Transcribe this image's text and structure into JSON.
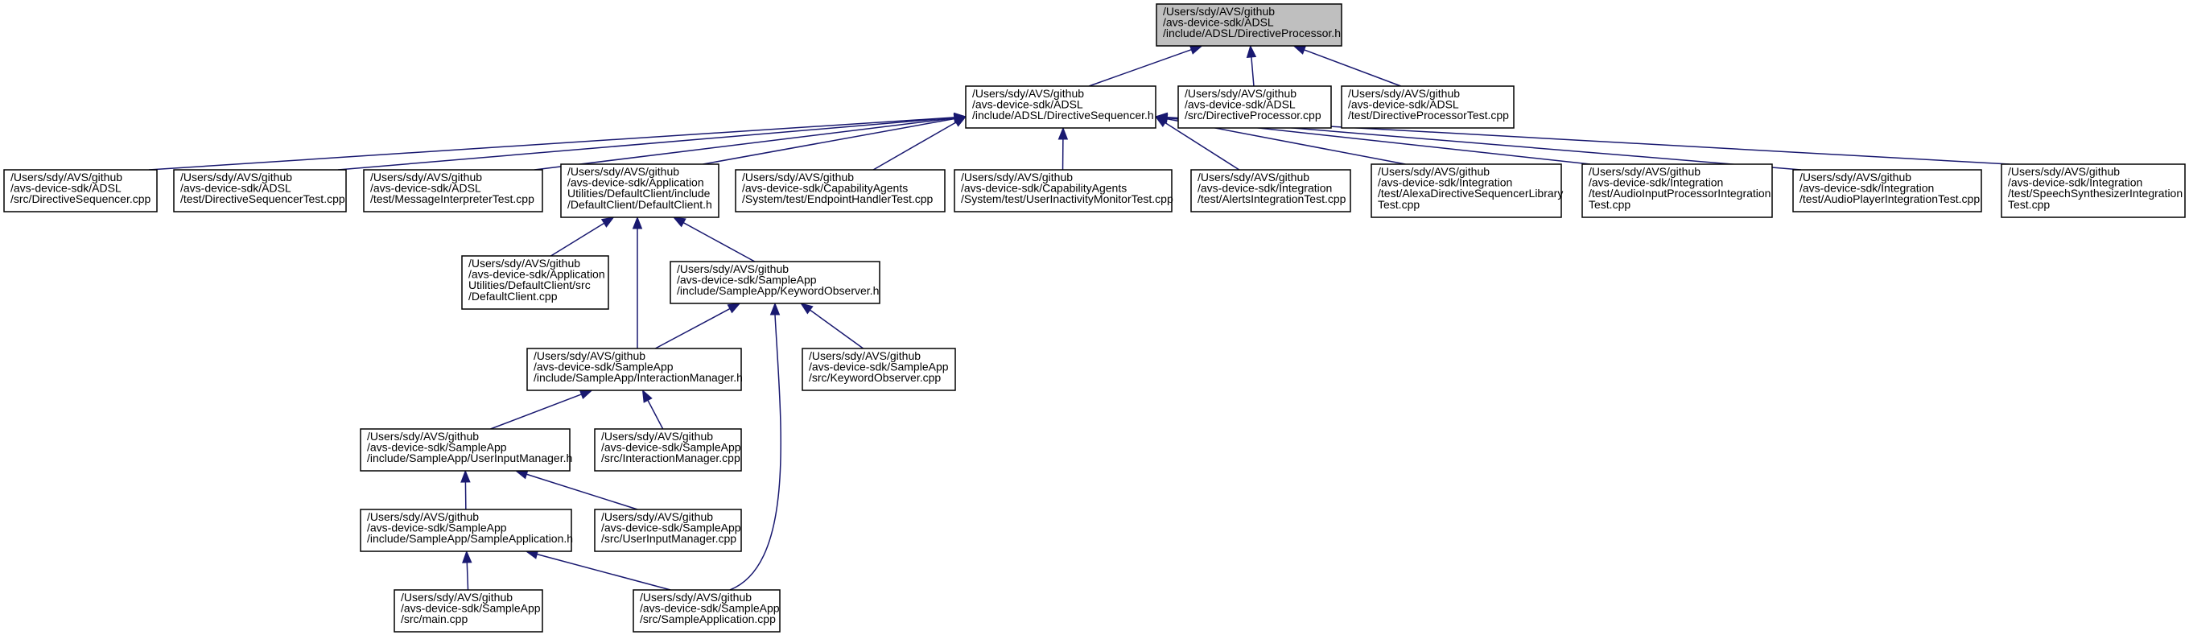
{
  "graph": {
    "type": "include-dependency-graph",
    "colors": {
      "edge": "#191970",
      "root_fill": "#bfbfbf",
      "node_fill": "#ffffff",
      "border": "#000000"
    },
    "nodes": [
      {
        "id": "directive-processor-h",
        "root": true,
        "lines": [
          "/Users/sdy/AVS/github",
          "/avs-device-sdk/ADSL",
          "/include/ADSL/DirectiveProcessor.h"
        ]
      },
      {
        "id": "directive-sequencer-h",
        "lines": [
          "/Users/sdy/AVS/github",
          "/avs-device-sdk/ADSL",
          "/include/ADSL/DirectiveSequencer.h"
        ]
      },
      {
        "id": "directive-processor-cpp",
        "lines": [
          "/Users/sdy/AVS/github",
          "/avs-device-sdk/ADSL",
          "/src/DirectiveProcessor.cpp"
        ]
      },
      {
        "id": "directive-processor-test-cpp",
        "lines": [
          "/Users/sdy/AVS/github",
          "/avs-device-sdk/ADSL",
          "/test/DirectiveProcessorTest.cpp"
        ]
      },
      {
        "id": "directive-sequencer-cpp",
        "lines": [
          "/Users/sdy/AVS/github",
          "/avs-device-sdk/ADSL",
          "/src/DirectiveSequencer.cpp"
        ]
      },
      {
        "id": "directive-sequencer-test-cpp",
        "lines": [
          "/Users/sdy/AVS/github",
          "/avs-device-sdk/ADSL",
          "/test/DirectiveSequencerTest.cpp"
        ]
      },
      {
        "id": "message-interpreter-test-cpp",
        "lines": [
          "/Users/sdy/AVS/github",
          "/avs-device-sdk/ADSL",
          "/test/MessageInterpreterTest.cpp"
        ]
      },
      {
        "id": "default-client-h",
        "lines": [
          "/Users/sdy/AVS/github",
          "/avs-device-sdk/Application",
          "Utilities/DefaultClient/include",
          "/DefaultClient/DefaultClient.h"
        ]
      },
      {
        "id": "endpoint-handler-test-cpp",
        "lines": [
          "/Users/sdy/AVS/github",
          "/avs-device-sdk/CapabilityAgents",
          "/System/test/EndpointHandlerTest.cpp"
        ]
      },
      {
        "id": "user-inactivity-monitor-test-cpp",
        "lines": [
          "/Users/sdy/AVS/github",
          "/avs-device-sdk/CapabilityAgents",
          "/System/test/UserInactivityMonitorTest.cpp"
        ]
      },
      {
        "id": "alerts-integration-test-cpp",
        "lines": [
          "/Users/sdy/AVS/github",
          "/avs-device-sdk/Integration",
          "/test/AlertsIntegrationTest.cpp"
        ]
      },
      {
        "id": "alexa-directive-sequencer-library-test-cpp",
        "lines": [
          "/Users/sdy/AVS/github",
          "/avs-device-sdk/Integration",
          "/test/AlexaDirectiveSequencerLibrary",
          "Test.cpp"
        ]
      },
      {
        "id": "audio-input-processor-integration-test-cpp",
        "lines": [
          "/Users/sdy/AVS/github",
          "/avs-device-sdk/Integration",
          "/test/AudioInputProcessorIntegration",
          "Test.cpp"
        ]
      },
      {
        "id": "audio-player-integration-test-cpp",
        "lines": [
          "/Users/sdy/AVS/github",
          "/avs-device-sdk/Integration",
          "/test/AudioPlayerIntegrationTest.cpp"
        ]
      },
      {
        "id": "speech-synthesizer-integration-test-cpp",
        "lines": [
          "/Users/sdy/AVS/github",
          "/avs-device-sdk/Integration",
          "/test/SpeechSynthesizerIntegration",
          "Test.cpp"
        ]
      },
      {
        "id": "default-client-cpp",
        "lines": [
          "/Users/sdy/AVS/github",
          "/avs-device-sdk/Application",
          "Utilities/DefaultClient/src",
          "/DefaultClient.cpp"
        ]
      },
      {
        "id": "keyword-observer-h",
        "lines": [
          "/Users/sdy/AVS/github",
          "/avs-device-sdk/SampleApp",
          "/include/SampleApp/KeywordObserver.h"
        ]
      },
      {
        "id": "interaction-manager-h",
        "lines": [
          "/Users/sdy/AVS/github",
          "/avs-device-sdk/SampleApp",
          "/include/SampleApp/InteractionManager.h"
        ]
      },
      {
        "id": "keyword-observer-cpp",
        "lines": [
          "/Users/sdy/AVS/github",
          "/avs-device-sdk/SampleApp",
          "/src/KeywordObserver.cpp"
        ]
      },
      {
        "id": "user-input-manager-h",
        "lines": [
          "/Users/sdy/AVS/github",
          "/avs-device-sdk/SampleApp",
          "/include/SampleApp/UserInputManager.h"
        ]
      },
      {
        "id": "interaction-manager-cpp",
        "lines": [
          "/Users/sdy/AVS/github",
          "/avs-device-sdk/SampleApp",
          "/src/InteractionManager.cpp"
        ]
      },
      {
        "id": "sample-application-h",
        "lines": [
          "/Users/sdy/AVS/github",
          "/avs-device-sdk/SampleApp",
          "/include/SampleApp/SampleApplication.h"
        ]
      },
      {
        "id": "user-input-manager-cpp",
        "lines": [
          "/Users/sdy/AVS/github",
          "/avs-device-sdk/SampleApp",
          "/src/UserInputManager.cpp"
        ]
      },
      {
        "id": "main-cpp",
        "lines": [
          "/Users/sdy/AVS/github",
          "/avs-device-sdk/SampleApp",
          "/src/main.cpp"
        ]
      },
      {
        "id": "sample-application-cpp",
        "lines": [
          "/Users/sdy/AVS/github",
          "/avs-device-sdk/SampleApp",
          "/src/SampleApplication.cpp"
        ]
      }
    ],
    "edges": [
      {
        "from": "directive-sequencer-h",
        "to": "directive-processor-h"
      },
      {
        "from": "directive-processor-cpp",
        "to": "directive-processor-h"
      },
      {
        "from": "directive-processor-test-cpp",
        "to": "directive-processor-h"
      },
      {
        "from": "directive-sequencer-cpp",
        "to": "directive-sequencer-h"
      },
      {
        "from": "directive-sequencer-test-cpp",
        "to": "directive-sequencer-h"
      },
      {
        "from": "message-interpreter-test-cpp",
        "to": "directive-sequencer-h"
      },
      {
        "from": "default-client-h",
        "to": "directive-sequencer-h"
      },
      {
        "from": "endpoint-handler-test-cpp",
        "to": "directive-sequencer-h"
      },
      {
        "from": "user-inactivity-monitor-test-cpp",
        "to": "directive-sequencer-h"
      },
      {
        "from": "alerts-integration-test-cpp",
        "to": "directive-sequencer-h"
      },
      {
        "from": "alexa-directive-sequencer-library-test-cpp",
        "to": "directive-sequencer-h"
      },
      {
        "from": "audio-input-processor-integration-test-cpp",
        "to": "directive-sequencer-h"
      },
      {
        "from": "audio-player-integration-test-cpp",
        "to": "directive-sequencer-h"
      },
      {
        "from": "speech-synthesizer-integration-test-cpp",
        "to": "directive-sequencer-h"
      },
      {
        "from": "default-client-cpp",
        "to": "default-client-h"
      },
      {
        "from": "keyword-observer-h",
        "to": "default-client-h"
      },
      {
        "from": "interaction-manager-h",
        "to": "default-client-h"
      },
      {
        "from": "interaction-manager-h",
        "to": "keyword-observer-h"
      },
      {
        "from": "keyword-observer-cpp",
        "to": "keyword-observer-h"
      },
      {
        "from": "sample-application-cpp",
        "to": "keyword-observer-h"
      },
      {
        "from": "user-input-manager-h",
        "to": "interaction-manager-h"
      },
      {
        "from": "interaction-manager-cpp",
        "to": "interaction-manager-h"
      },
      {
        "from": "sample-application-h",
        "to": "user-input-manager-h"
      },
      {
        "from": "user-input-manager-cpp",
        "to": "user-input-manager-h"
      },
      {
        "from": "main-cpp",
        "to": "sample-application-h"
      },
      {
        "from": "sample-application-cpp",
        "to": "sample-application-h"
      }
    ]
  }
}
